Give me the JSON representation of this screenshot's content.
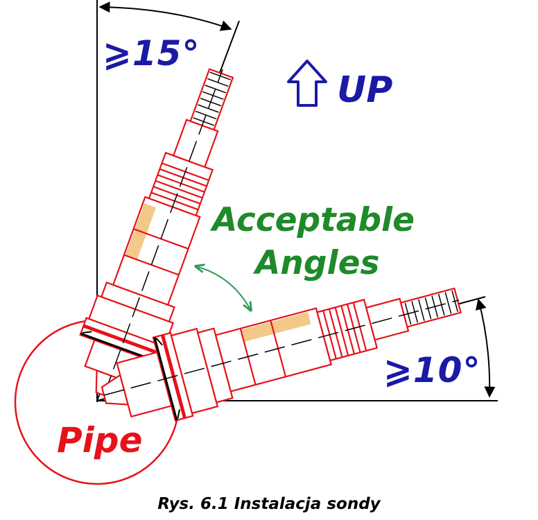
{
  "labels": {
    "angle_top": "⩾15°",
    "angle_right": "⩾10°",
    "up": "UP",
    "acceptable_line1": "Acceptable",
    "acceptable_line2": "Angles",
    "pipe": "Pipe",
    "caption": "Rys. 6.1 Instalacja sondy"
  },
  "colors": {
    "probe_outline": "#e6121a",
    "dimension_lines": "#000000",
    "text_blue": "#1a1aa6",
    "text_green": "#1f8a2a",
    "accent_arrow": "#2e9a5a",
    "shading": "#f3c98a"
  }
}
